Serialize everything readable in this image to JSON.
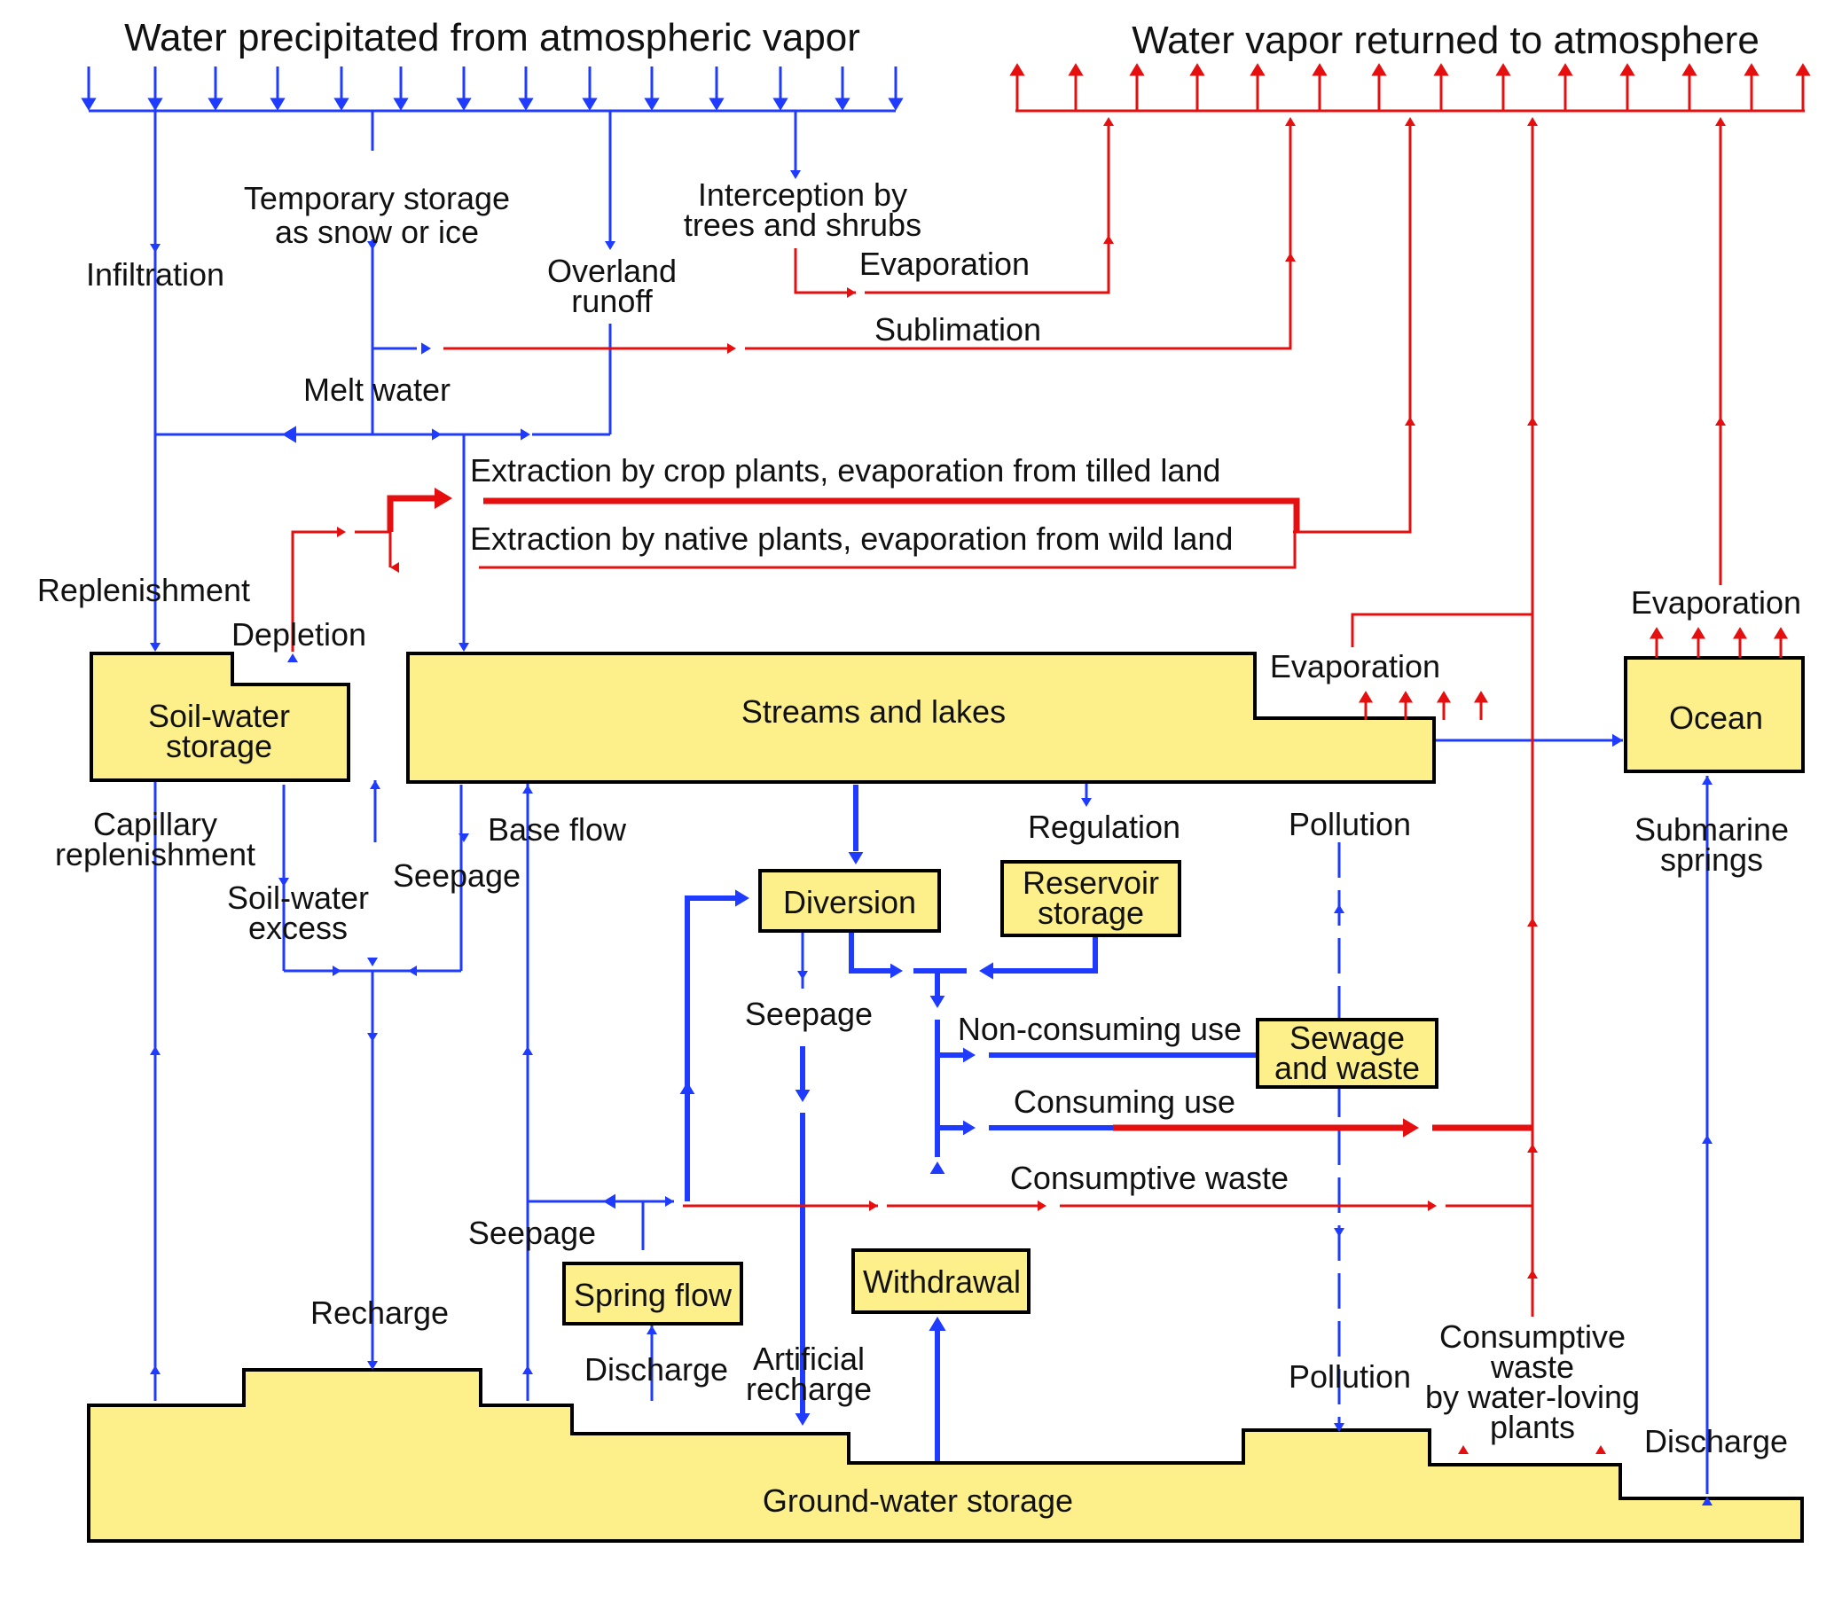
{
  "colors": {
    "precip": "#1f3bff",
    "evap": "#e60f0f",
    "box_fill": "#fdf08a",
    "box_stroke": "#000000"
  },
  "headings": {
    "precipitation": "Water precipitated from atmospheric vapor",
    "return": "Water vapor returned to atmosphere"
  },
  "boxes": {
    "soil_water": "Soil-water storage",
    "streams_lakes": "Streams and lakes",
    "ocean": "Ocean",
    "diversion": "Diversion",
    "reservoir": "Reservoir storage",
    "sewage": "Sewage and waste",
    "spring_flow": "Spring flow",
    "withdrawal": "Withdrawal",
    "groundwater": "Ground-water storage"
  },
  "labels": {
    "infiltration": "Infiltration",
    "temporary_storage": "Temporary storage as snow or ice",
    "overland_runoff": "Overland runoff",
    "interception": "Interception by trees and shrubs",
    "evaporation_interception": "Evaporation",
    "sublimation": "Sublimation",
    "melt_water": "Melt water",
    "crop_extraction": "Extraction by crop plants, evaporation from tilled land",
    "native_extraction": "Extraction by native plants, evaporation from wild land",
    "replenishment": "Replenishment",
    "depletion": "Depletion",
    "evaporation_streams": "Evaporation",
    "evaporation_ocean": "Evaporation",
    "capillary_replenishment": "Capillary replenishment",
    "soil_water_excess": "Soil-water excess",
    "seepage_streams": "Seepage",
    "base_flow": "Base flow",
    "regulation": "Regulation",
    "pollution_top": "Pollution",
    "submarine_springs": "Submarine springs",
    "seepage_diversion": "Seepage",
    "non_consuming_use": "Non-consuming use",
    "consuming_use": "Consuming use",
    "consumptive_waste": "Consumptive waste",
    "seepage_spring": "Seepage",
    "recharge": "Recharge",
    "discharge_spring": "Discharge",
    "artificial_recharge": "Artificial recharge",
    "pollution_bottom": "Pollution",
    "consumptive_waste_plants": "Consumptive waste by water-loving plants",
    "discharge_ocean": "Discharge"
  }
}
